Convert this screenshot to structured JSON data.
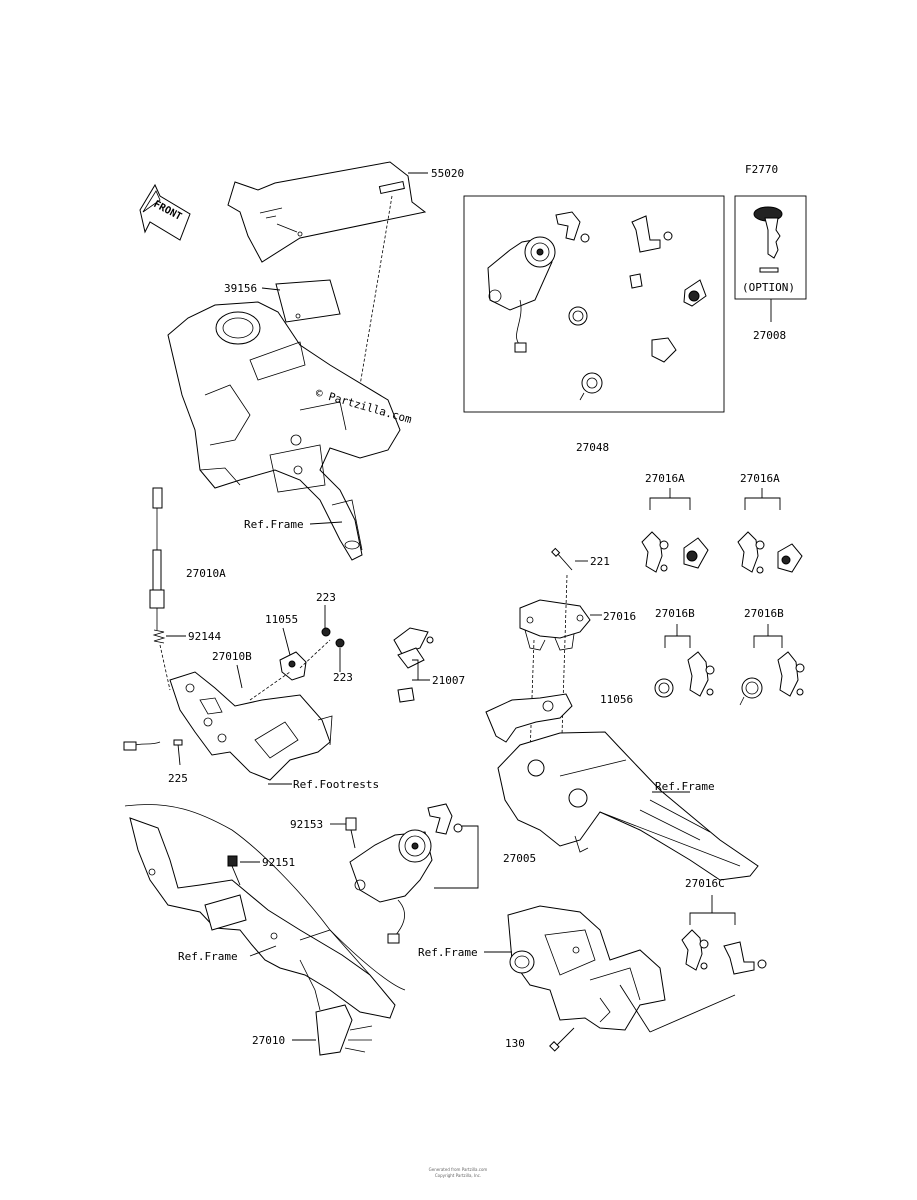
{
  "diagram_code": "F2770",
  "front_label": "FRONT",
  "watermark": "© Partzilla.com",
  "option_label": "(OPTION)",
  "footer_line1": "Generated from Partzilla.com",
  "footer_line2": "Copyright Partzilla, Inc.",
  "parts": {
    "p55020": "55020",
    "p39156": "39156",
    "p27048": "27048",
    "p27008": "27008",
    "p27016A_1": "27016A",
    "p27016A_2": "27016A",
    "p27016B_1": "27016B",
    "p27016B_2": "27016B",
    "p27016C": "27016C",
    "p27016": "27016",
    "p221": "221",
    "p27010A": "27010A",
    "p27010B": "27010B",
    "p92144": "92144",
    "p11055": "11055",
    "p223_1": "223",
    "p223_2": "223",
    "p225": "225",
    "p21007": "21007",
    "p11056": "11056",
    "p27005": "27005",
    "p92153": "92153",
    "p92151": "92151",
    "p27010": "27010",
    "p130": "130"
  },
  "refs": {
    "frame_1": "Ref.Frame",
    "frame_2": "Ref.Frame",
    "frame_3": "Ref.Frame",
    "frame_4": "Ref.Frame",
    "footrests": "Ref.Footrests"
  }
}
